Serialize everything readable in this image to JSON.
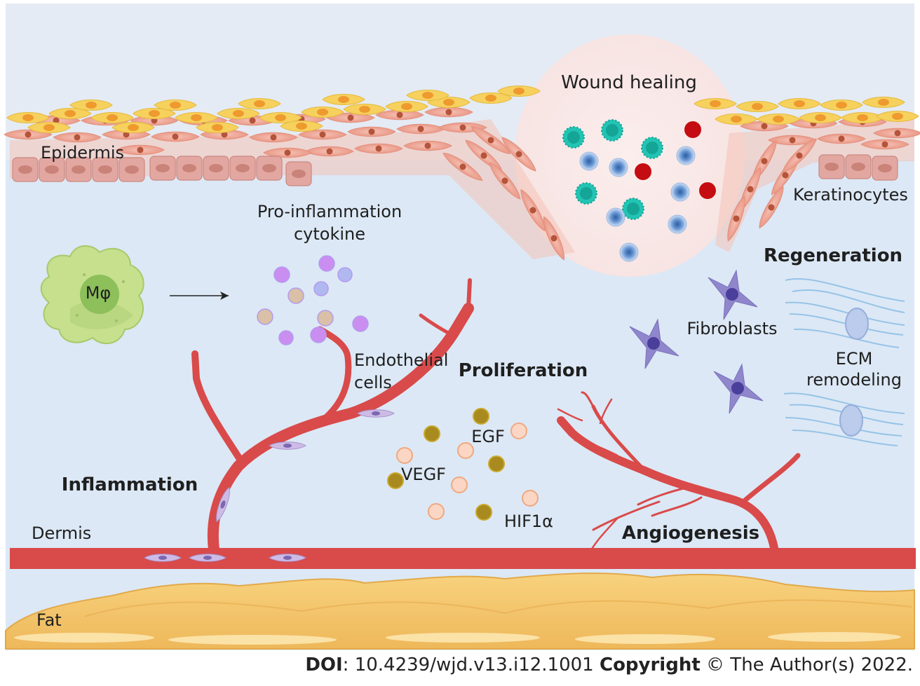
{
  "labels": {
    "epidermis": "Epidermis",
    "keratinocytes": "Keratinocytes",
    "wound_healing": "Wound healing",
    "pro_inflammation_1": "Pro-inflammation",
    "pro_inflammation_2": "cytokine",
    "macrophage": "Mφ",
    "regeneration": "Regeneration",
    "fibroblasts": "Fibroblasts",
    "ecm_1": "ECM",
    "ecm_2": "remodeling",
    "endothelial_1": "Endothelial",
    "endothelial_2": "cells",
    "proliferation": "Proliferation",
    "egf": "EGF",
    "vegf": "VEGF",
    "hif1a": "HIF1α",
    "inflammation": "Inflammation",
    "angiogenesis": "Angiogenesis",
    "dermis": "Dermis",
    "fat": "Fat"
  },
  "footer": {
    "doi_label": "DOI",
    "doi_value": ": 10.4239/wjd.v13.i12.1001 ",
    "copyright_label": "Copyright",
    "copyright_text": " © The Author(s) 2022."
  },
  "colors": {
    "dermis_bg": "#dce8f5",
    "vessel": "#d94a4a",
    "fat": "#f2c26a",
    "keratinocyte_yellow": "#f6d15e",
    "epidermis_pink": "#eea89a",
    "fibroblast": "#8f86cc",
    "cytokine_purple": "#c98ef0",
    "egf_brown": "#a88a1e",
    "vegf_peach": "#f5b890",
    "teal": "#22c4b4",
    "red_cell": "#c40c12",
    "blue_cell": "#6a9ad6"
  }
}
